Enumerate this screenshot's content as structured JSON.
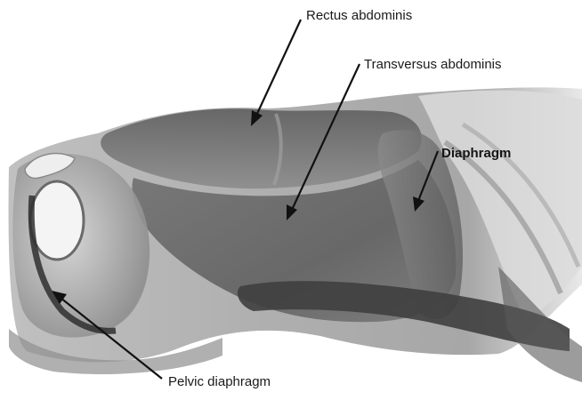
{
  "labels": {
    "rectus_abdominis": "Rectus abdominis",
    "transversus_abdominis": "Transversus abdominis",
    "diaphragm": "Diaphragm",
    "pelvic_diaphragm": "Pelvic diaphragm"
  },
  "colors": {
    "background": "#ffffff",
    "arrow": "#111111",
    "label_text": "#1a1a1a",
    "muscle_dark": "#4a4a4a",
    "muscle_mid": "#7a7a7a",
    "muscle_light": "#bdbdbd"
  }
}
